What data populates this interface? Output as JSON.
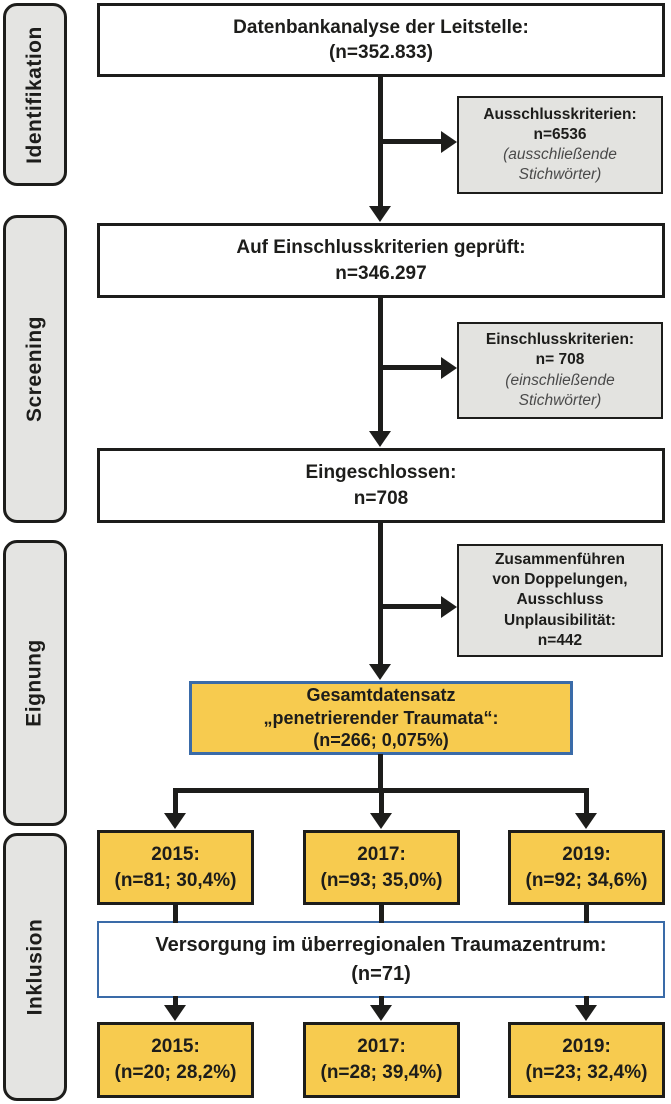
{
  "palette": {
    "yellow": "#f7cb4f",
    "blue_border": "#3a6ba8",
    "gray_fill": "#e3e3e0",
    "ink": "#1d1d1b"
  },
  "sidebar": {
    "stages": [
      {
        "label": "Identifikation"
      },
      {
        "label": "Screening"
      },
      {
        "label": "Eignung"
      },
      {
        "label": "Inklusion"
      }
    ]
  },
  "flow": {
    "database": {
      "line1": "Datenbankanalyse der Leitstelle:",
      "line2": "(n=352.833)"
    },
    "exclusion": {
      "line1": "Ausschlusskriterien:",
      "line2": "n=6536",
      "line3": "(ausschließende",
      "line4": "Stichwörter)"
    },
    "checked": {
      "line1": "Auf Einschlusskriterien geprüft:",
      "line2": "n=346.297"
    },
    "inclusion_criteria": {
      "line1": "Einschlusskriterien:",
      "line2": "n= 708",
      "line3": "(einschließende",
      "line4": "Stichwörter)"
    },
    "included": {
      "line1": "Eingeschlossen:",
      "line2": "n=708"
    },
    "dedup": {
      "line1": "Zusammenführen",
      "line2": "von Doppelungen,",
      "line3": "Ausschluss",
      "line4": "Unplausibilität:",
      "line5": "n=442"
    },
    "total": {
      "line1": "Gesamtdatensatz",
      "line2": "„penetrierender Traumata“:",
      "line3": "(n=266; 0,075%)"
    },
    "years_total": [
      {
        "year": "2015:",
        "n": "(n=81; 30,4%)"
      },
      {
        "year": "2017:",
        "n": "(n=93; 35,0%)"
      },
      {
        "year": "2019:",
        "n": "(n=92; 34,6%)"
      }
    ],
    "trauma_center": {
      "line1": "Versorgung im überregionalen Traumazentrum:",
      "line2": "(n=71)"
    },
    "years_center": [
      {
        "year": "2015:",
        "n": "(n=20; 28,2%)"
      },
      {
        "year": "2017:",
        "n": "(n=28; 39,4%)"
      },
      {
        "year": "2019:",
        "n": "(n=23; 32,4%)"
      }
    ]
  }
}
